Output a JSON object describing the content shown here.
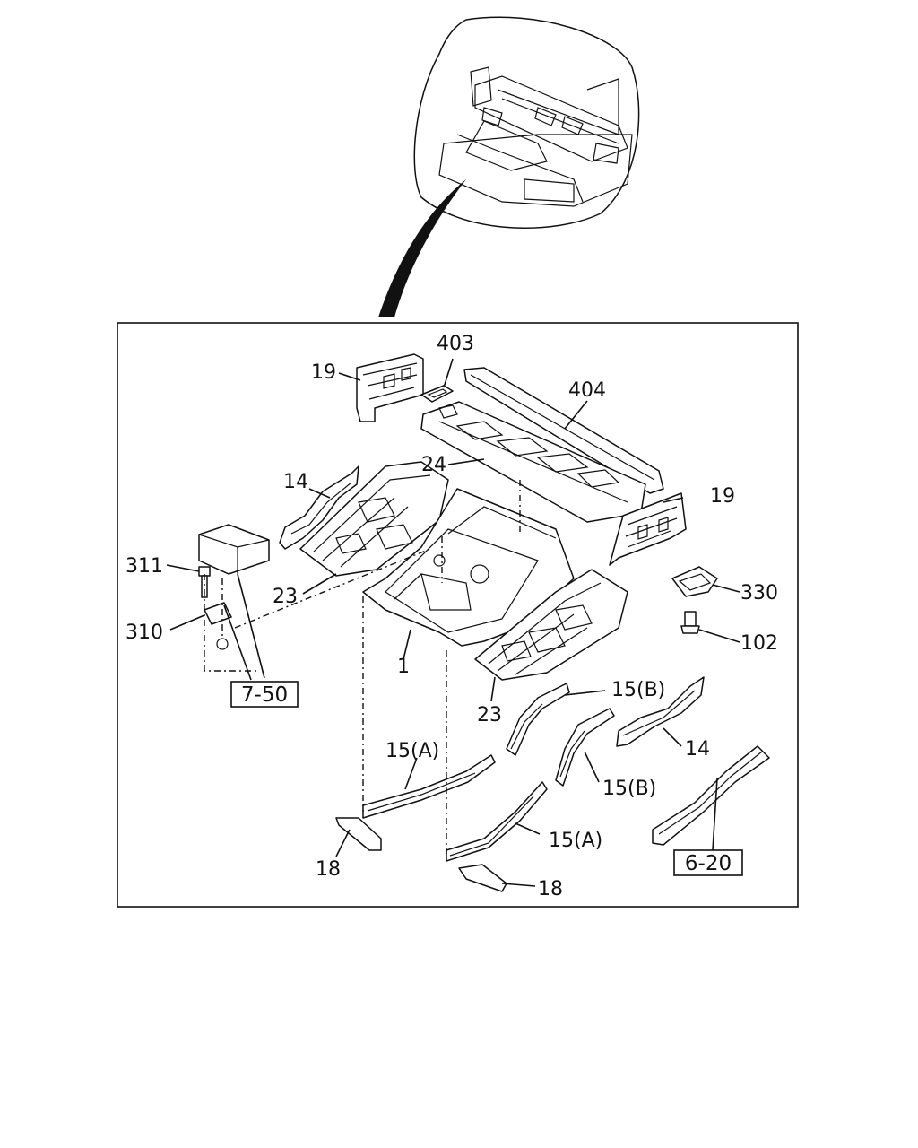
{
  "labels": {
    "p19a": "19",
    "p403": "403",
    "p404": "404",
    "p24": "24",
    "p14a": "14",
    "p19b": "19",
    "p311": "311",
    "p330": "330",
    "p310": "310",
    "p102": "102",
    "p23a": "23",
    "p1": "1",
    "p23b": "23",
    "p15b1": "15(B)",
    "p15a1": "15(A)",
    "p14b": "14",
    "p15b2": "15(B)",
    "p18a": "18",
    "p15a2": "15(A)",
    "p18b": "18"
  },
  "refs": {
    "r750": "7-50",
    "r620": "6-20"
  }
}
